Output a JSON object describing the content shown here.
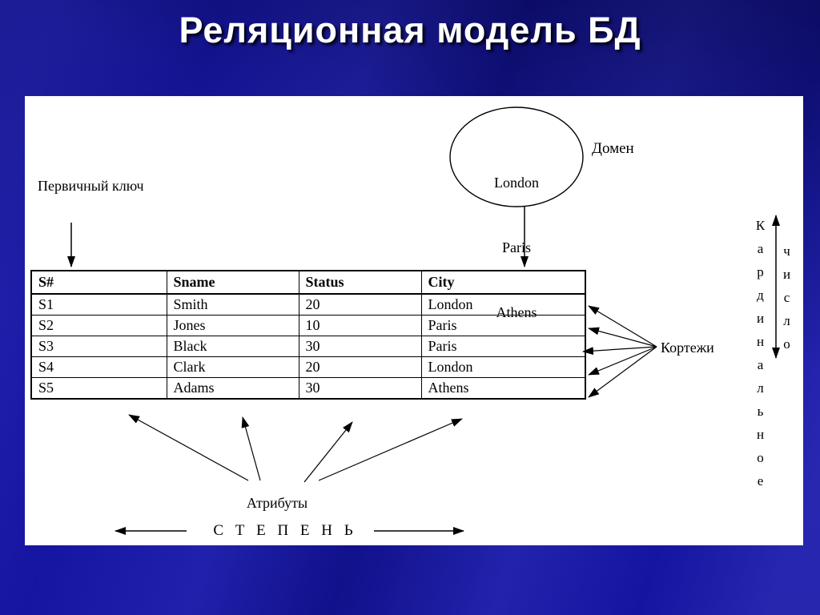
{
  "title": "Реляционная модель БД",
  "diagram": {
    "primary_key_label": "Первичный ключ",
    "domain": {
      "values": [
        "London",
        "Paris",
        "Athens"
      ],
      "label": "Домен"
    },
    "table": {
      "headers": [
        "S#",
        "Sname",
        "Status",
        "City"
      ],
      "rows": [
        [
          "S1",
          "Smith",
          "20",
          "London"
        ],
        [
          "S2",
          "Jones",
          "10",
          "Paris"
        ],
        [
          "S3",
          "Black",
          "30",
          "Paris"
        ],
        [
          "S4",
          "Clark",
          "20",
          "London"
        ],
        [
          "S5",
          "Adams",
          "30",
          "Athens"
        ]
      ]
    },
    "tuples_label": "Кортежи",
    "attributes_label": "Атрибуты",
    "degree_label": "С Т Е П Е Н Ь",
    "cardinality_word": "Кардинальное",
    "number_word": "число"
  },
  "colors": {
    "background": "#1414a0",
    "panel": "#ffffff",
    "ink": "#000000",
    "title_text": "#ffffff"
  }
}
